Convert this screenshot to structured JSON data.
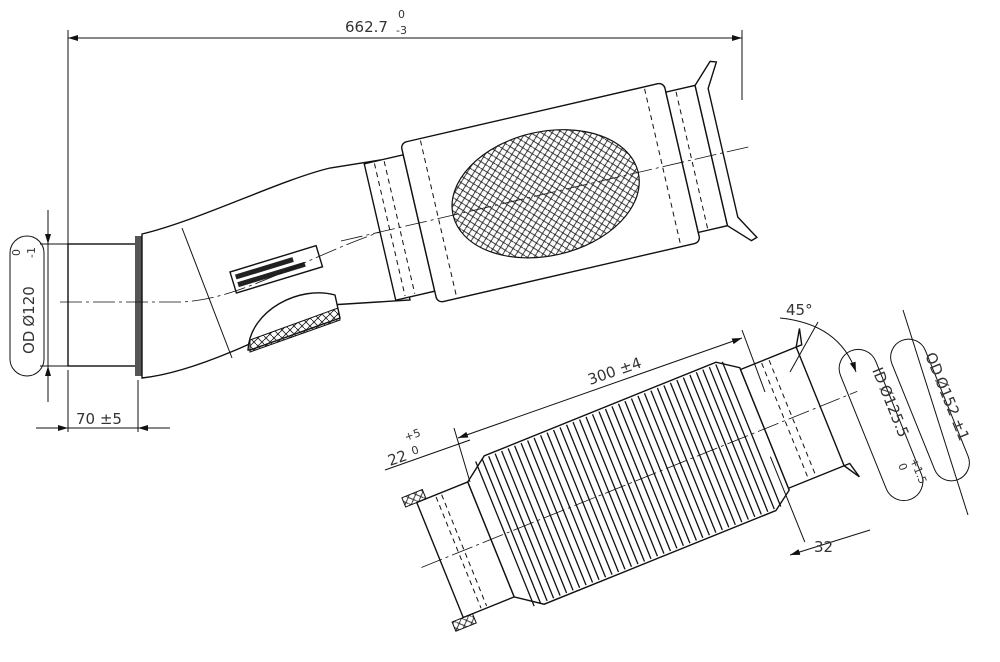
{
  "title": "Flexible exhaust pipe technical drawing",
  "dimensions": {
    "overall_length": {
      "value": "662.7",
      "tol_upper": "0",
      "tol_lower": "-3"
    },
    "inlet_od": {
      "prefix": "OD",
      "symbol": "Ø",
      "value": "120",
      "tol_upper": "0",
      "tol_lower": "-1"
    },
    "inlet_length": {
      "value": "70 ±5"
    },
    "bellows_length": {
      "value": "300 ±4"
    },
    "stub_length": {
      "value": "22",
      "tol_upper": "+5",
      "tol_lower": "0"
    },
    "flare_angle": {
      "value": "45°"
    },
    "outlet_id": {
      "prefix": "ID",
      "symbol": "Ø",
      "value": "125.5",
      "tol_upper": "+1.5",
      "tol_lower": "0"
    },
    "outlet_od": {
      "prefix": "OD",
      "symbol": "Ø",
      "value": "152 ±1"
    },
    "sleeve_length": {
      "value": "32"
    }
  },
  "colors": {
    "line": "#111111",
    "text": "#333333"
  }
}
